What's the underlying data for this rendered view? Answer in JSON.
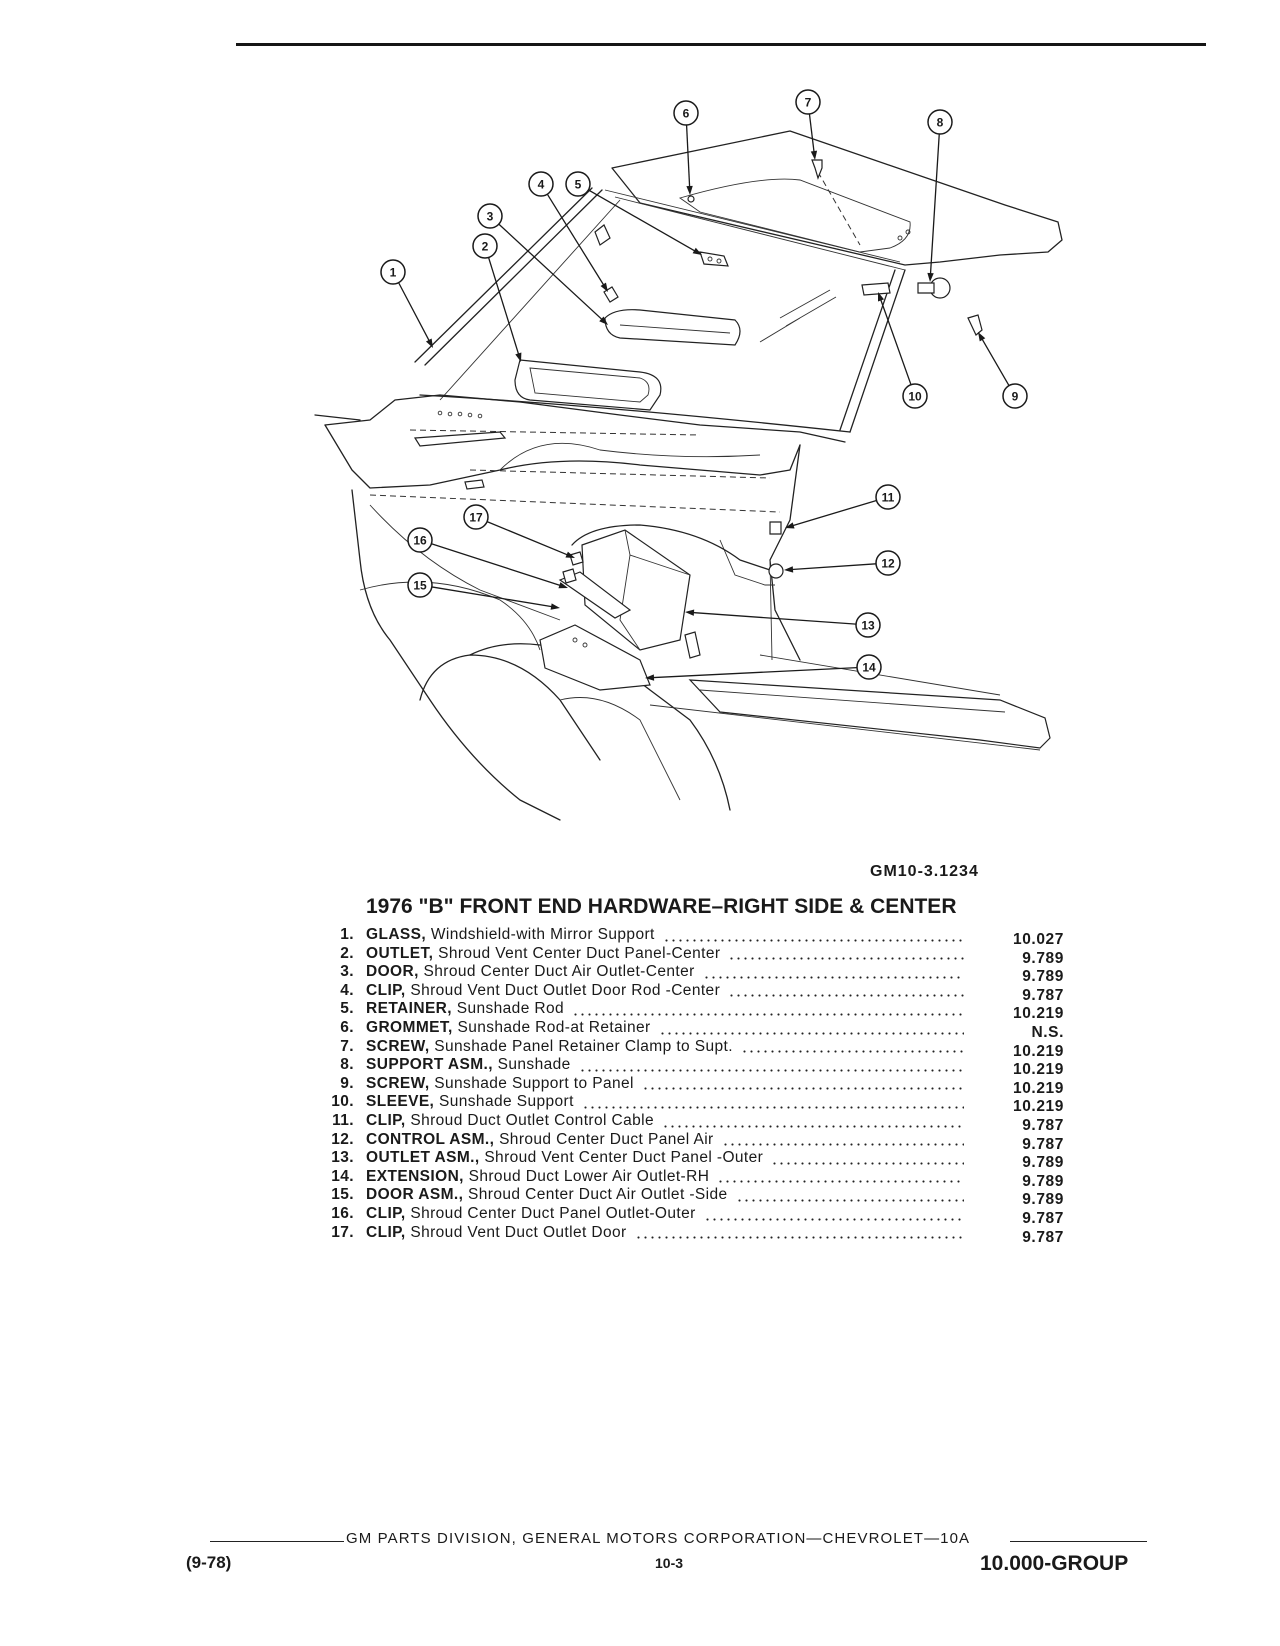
{
  "header_code": "GM10-3.1234",
  "title": "1976 \"B\" FRONT END HARDWARE–RIGHT SIDE & CENTER",
  "diagram": {
    "callouts": [
      "1",
      "2",
      "3",
      "4",
      "5",
      "6",
      "7",
      "8",
      "9",
      "10",
      "11",
      "12",
      "13",
      "14",
      "15",
      "16",
      "17"
    ]
  },
  "parts": [
    {
      "num": "1.",
      "part": "GLASS,",
      "desc": "Windshield-with Mirror Support",
      "ref": "10.027"
    },
    {
      "num": "2.",
      "part": "OUTLET,",
      "desc": "Shroud Vent Center Duct Panel-Center",
      "ref": "9.789"
    },
    {
      "num": "3.",
      "part": "DOOR,",
      "desc": "Shroud Center Duct Air Outlet-Center",
      "ref": "9.789"
    },
    {
      "num": "4.",
      "part": "CLIP,",
      "desc": "Shroud Vent Duct Outlet Door Rod -Center",
      "ref": "9.787"
    },
    {
      "num": "5.",
      "part": "RETAINER,",
      "desc": "Sunshade Rod",
      "ref": "10.219"
    },
    {
      "num": "6.",
      "part": "GROMMET,",
      "desc": "Sunshade Rod-at Retainer",
      "ref": "N.S."
    },
    {
      "num": "7.",
      "part": "SCREW,",
      "desc": "Sunshade Panel Retainer Clamp to Supt.",
      "ref": "10.219"
    },
    {
      "num": "8.",
      "part": "SUPPORT ASM.,",
      "desc": "Sunshade",
      "ref": "10.219"
    },
    {
      "num": "9.",
      "part": "SCREW,",
      "desc": "Sunshade Support to Panel",
      "ref": "10.219"
    },
    {
      "num": "10.",
      "part": "SLEEVE,",
      "desc": "Sunshade Support",
      "ref": "10.219"
    },
    {
      "num": "11.",
      "part": "CLIP,",
      "desc": "Shroud Duct Outlet Control Cable",
      "ref": "9.787"
    },
    {
      "num": "12.",
      "part": "CONTROL ASM.,",
      "desc": "Shroud Center Duct Panel Air",
      "ref": "9.787"
    },
    {
      "num": "13.",
      "part": "OUTLET ASM.,",
      "desc": "Shroud Vent Center Duct Panel -Outer",
      "ref": "9.789"
    },
    {
      "num": "14.",
      "part": "EXTENSION,",
      "desc": "Shroud Duct Lower Air Outlet-RH",
      "ref": "9.789"
    },
    {
      "num": "15.",
      "part": "DOOR ASM.,",
      "desc": "Shroud Center Duct Air Outlet -Side",
      "ref": "9.789"
    },
    {
      "num": "16.",
      "part": "CLIP,",
      "desc": "Shroud Center Duct Panel Outlet-Outer",
      "ref": "9.787"
    },
    {
      "num": "17.",
      "part": "CLIP,",
      "desc": "Shroud Vent Duct Outlet Door",
      "ref": "9.787"
    }
  ],
  "footer": {
    "publisher": "GM PARTS DIVISION, GENERAL MOTORS CORPORATION—CHEVROLET—10A",
    "date": "(9-78)",
    "page": "10-3",
    "group": "10.000-GROUP"
  },
  "colors": {
    "ink": "#1a1a1a",
    "paper": "#ffffff"
  }
}
